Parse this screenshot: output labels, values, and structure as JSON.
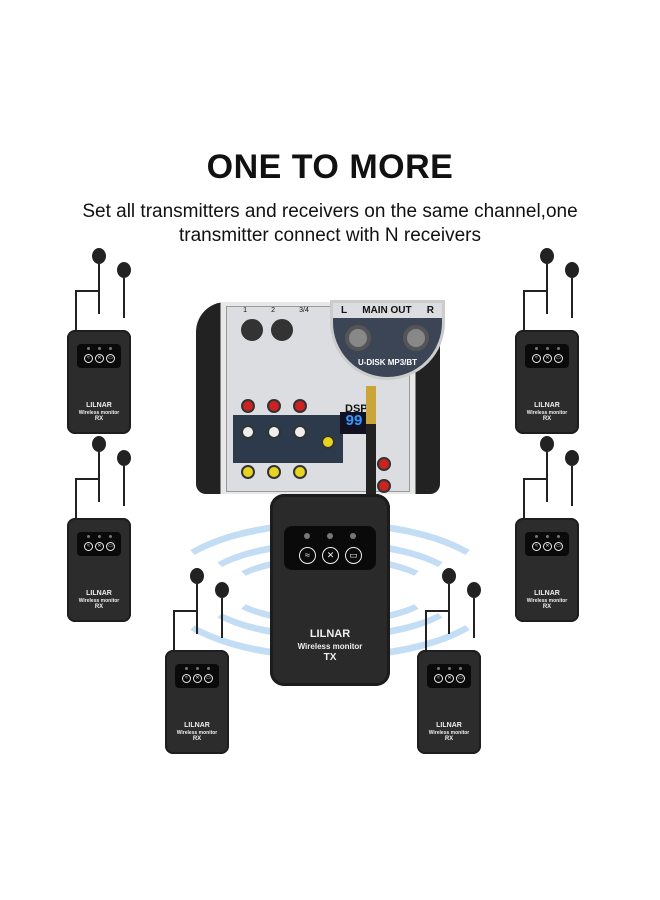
{
  "headline": "ONE TO MORE",
  "subtitle": "Set all transmitters and receivers on the same channel,one transmitter connect with N receivers",
  "mixer": {
    "main_out": "MAIN OUT",
    "left": "L",
    "right": "R",
    "usb_label": "U-DISK MP3/BT",
    "dsp": "DSP",
    "dsp_value": "99",
    "channels": [
      "1",
      "2",
      "3/4"
    ]
  },
  "tx": {
    "brand": "LILNAR",
    "model": "Wireless monitor",
    "type": "TX",
    "icons": [
      "wifi-icon",
      "mute-icon",
      "battery-icon"
    ]
  },
  "rx": {
    "brand": "LILNAR",
    "model": "Wireless monitor",
    "type": "RX",
    "count": 6
  }
}
